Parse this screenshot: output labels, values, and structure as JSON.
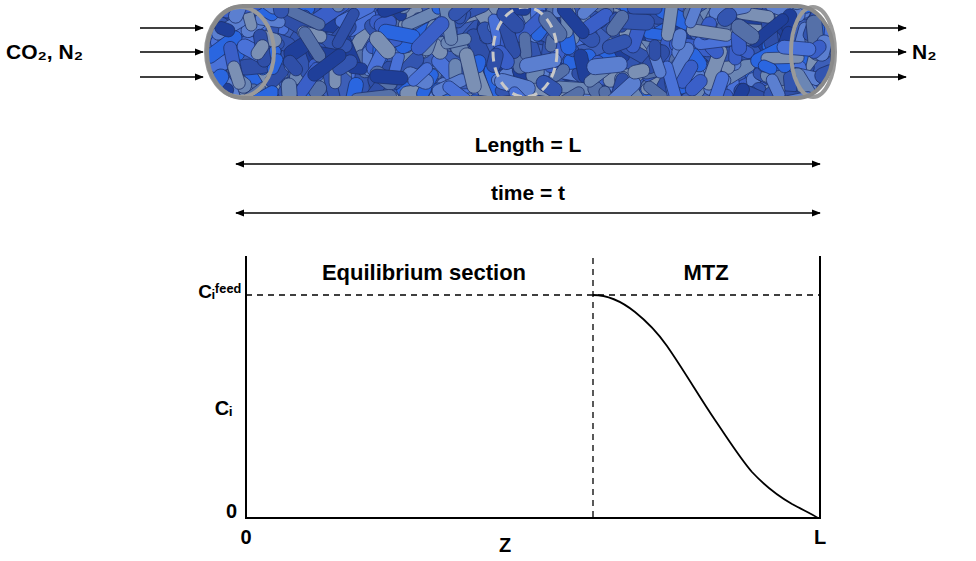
{
  "diagram": {
    "labels": [
      "CO₂, N₂",
      "N₂",
      "Length = L",
      "time = t",
      "Equilibrium section",
      "MTZ",
      "Cᵢᶠᵉᵉᵈ",
      "Cᵢ",
      "0",
      "0",
      "Z",
      "L"
    ]
  }
}
